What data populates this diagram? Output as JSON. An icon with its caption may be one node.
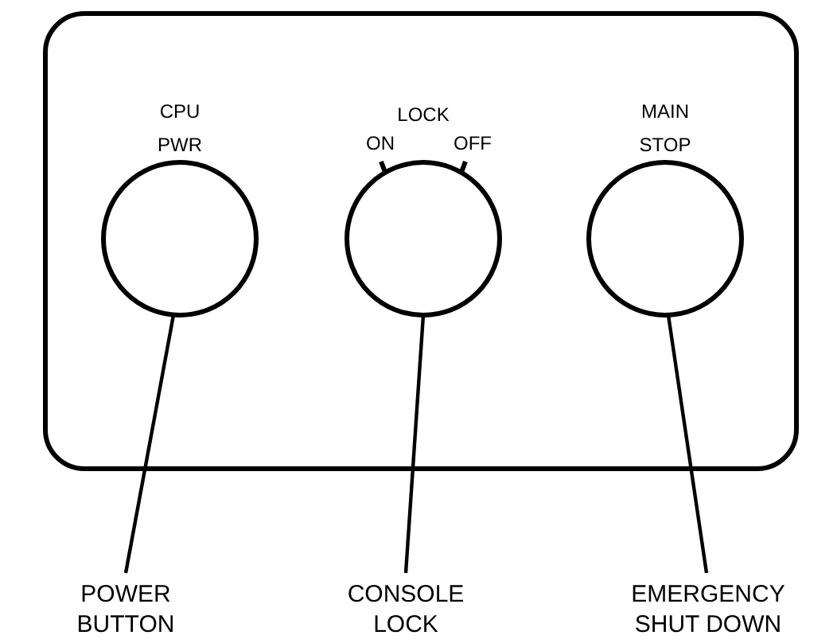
{
  "diagram": {
    "nodes": [
      {
        "text": [],
        "shape": "box"
      },
      {
        "text": [
          "CPU PWR"
        ],
        "in": 0
      },
      {
        "text": [
          "LOCK",
          "ON",
          "OFF"
        ],
        "in": 0
      },
      {
        "text": [
          "MAIN STOP"
        ],
        "in": 0
      },
      {
        "text": [
          "POWER BUTTON"
        ]
      },
      {
        "text": [
          "CONSOLE LOCK"
        ]
      },
      {
        "text": [
          "EMERGENCY SHUT DOWN"
        ]
      }
    ],
    "edges": [
      {
        "from": 4,
        "to": 1,
        "arrow": "none"
      },
      {
        "from": 5,
        "to": 2,
        "arrow": "none"
      },
      {
        "from": 6,
        "to": 3,
        "arrow": "none"
      }
    ]
  }
}
